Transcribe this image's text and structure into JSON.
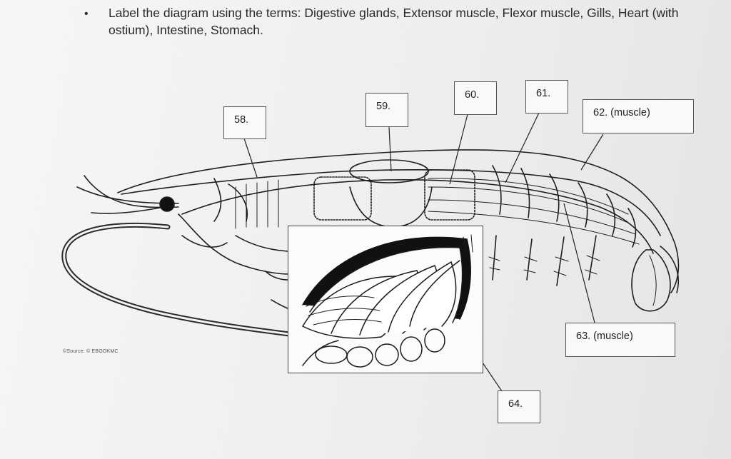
{
  "instruction": {
    "bullet": "•",
    "text": "Label the diagram using the terms: Digestive glands, Extensor muscle, Flexor muscle, Gills, Heart (with ostium), Intestine, Stomach."
  },
  "labels": [
    {
      "id": "58",
      "text": "58."
    },
    {
      "id": "59",
      "text": "59."
    },
    {
      "id": "60",
      "text": "60."
    },
    {
      "id": "61",
      "text": "61."
    },
    {
      "id": "62",
      "text": "62. (muscle)"
    },
    {
      "id": "63",
      "text": "63. (muscle)"
    },
    {
      "id": "64",
      "text": "64."
    }
  ],
  "credit": "©Source: © EBOOKMC"
}
